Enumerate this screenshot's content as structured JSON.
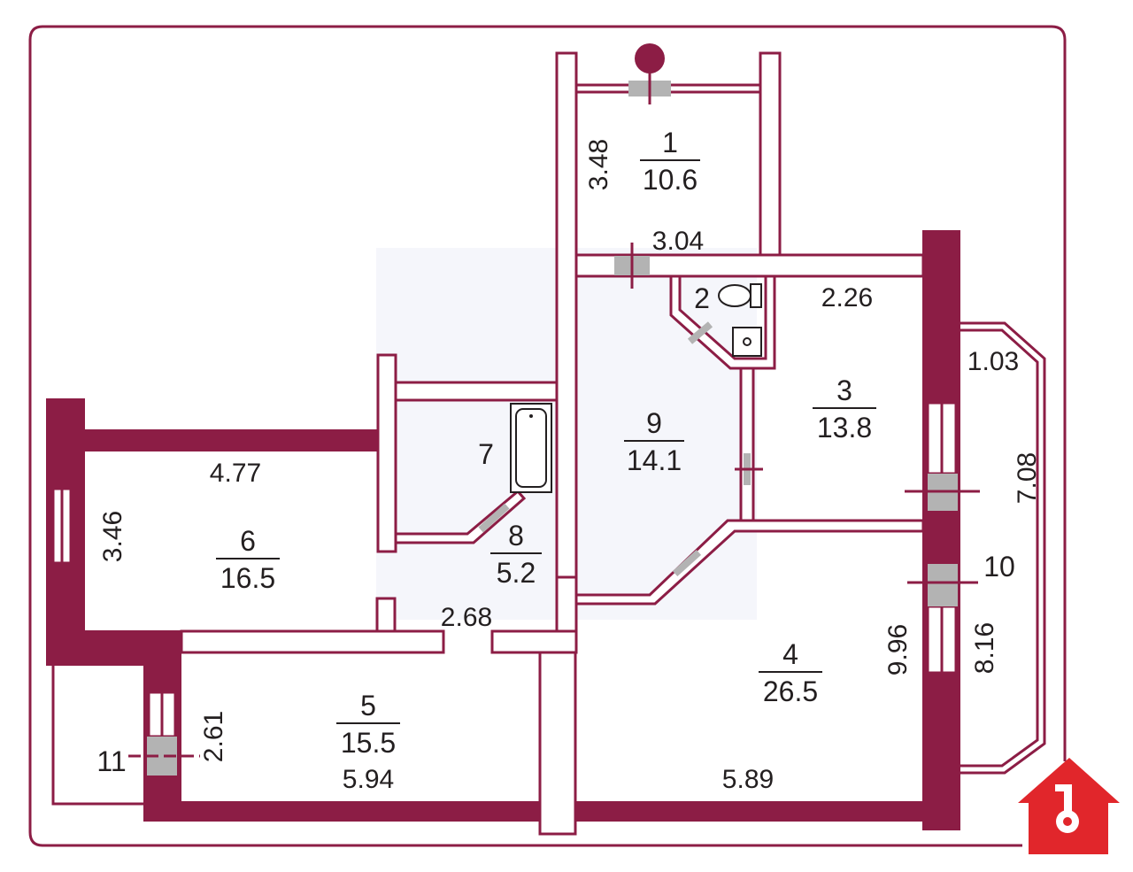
{
  "rooms": [
    {
      "num": "1",
      "area": "10.6"
    },
    {
      "num": "2"
    },
    {
      "num": "3",
      "area": "13.8"
    },
    {
      "num": "4",
      "area": "26.5"
    },
    {
      "num": "5",
      "area": "15.5"
    },
    {
      "num": "6",
      "area": "16.5"
    },
    {
      "num": "7"
    },
    {
      "num": "8",
      "area": "5.2"
    },
    {
      "num": "9",
      "area": "14.1"
    },
    {
      "num": "10"
    },
    {
      "num": "11"
    }
  ],
  "dimensions": {
    "d_348": "3.48",
    "d_304": "3.04",
    "d_226": "2.26",
    "d_103": "1.03",
    "d_708": "7.08",
    "d_477": "4.77",
    "d_346": "3.46",
    "d_268": "2.68",
    "d_996": "9.96",
    "d_816": "8.16",
    "d_261": "2.61",
    "d_594": "5.94",
    "d_589": "5.89"
  },
  "colors": {
    "wall": "#8c1d45",
    "door": "#b3b3b3",
    "logo": "#e1262b"
  },
  "icons": {
    "logo": "house-key-icon",
    "compass": "north-marker-icon"
  }
}
